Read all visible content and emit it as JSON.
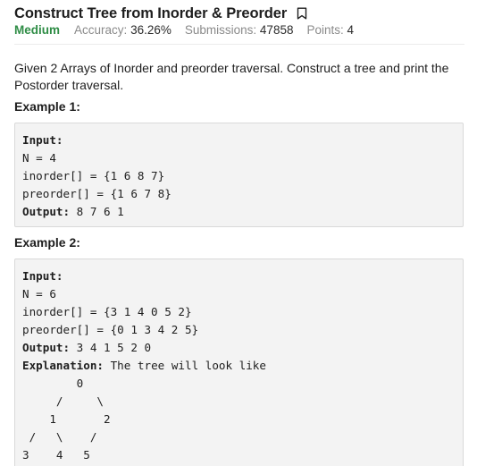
{
  "problem": {
    "title": "Construct Tree from Inorder & Preorder",
    "difficulty": "Medium",
    "accuracy_label": "Accuracy:",
    "accuracy_value": "36.26%",
    "submissions_label": "Submissions:",
    "submissions_value": "47858",
    "points_label": "Points:",
    "points_value": "4",
    "description": "Given 2 Arrays of Inorder and preorder traversal. Construct a tree and print the Postorder traversal."
  },
  "icons": {
    "bookmark": "bookmark-icon"
  },
  "colors": {
    "difficulty": "#2f8d46",
    "code_background": "#f3f3f3",
    "code_border": "#d9d9d9"
  },
  "example1": {
    "title": "Example 1:",
    "input_label": "Input:",
    "n_line": "N = 4",
    "inorder_line": "inorder[] = {1 6 8 7}",
    "preorder_line": "preorder[] = {1 6 7 8}",
    "output_label": "Output:",
    "output_value": " 8 7 6 1"
  },
  "example2": {
    "title": "Example 2:",
    "input_label": "Input:",
    "n_line": "N = 6",
    "inorder_line": "inorder[] = {3 1 4 0 5 2}",
    "preorder_line": "preorder[] = {0 1 3 4 2 5}",
    "output_label": "Output:",
    "output_value": " 3 4 1 5 2 0",
    "explanation_label": "Explanation:",
    "explanation_value": " The tree will look like",
    "tree_lines": [
      "        0",
      "     /     \\",
      "    1       2",
      " /   \\    /",
      "3    4   5"
    ]
  }
}
